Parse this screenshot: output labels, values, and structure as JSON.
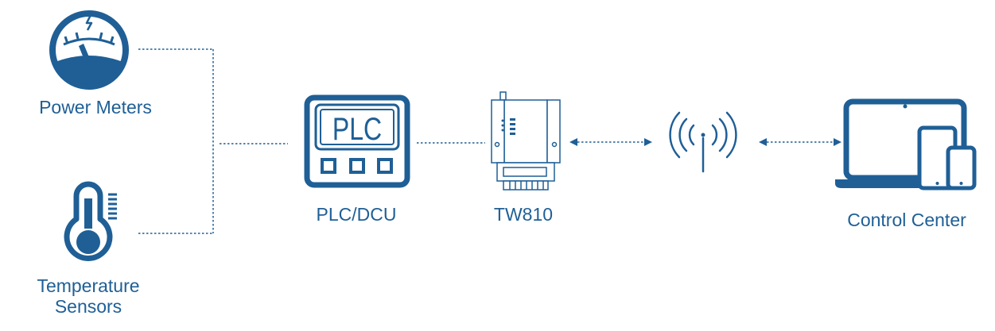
{
  "colors": {
    "primary": "#1f5f96",
    "white": "#ffffff"
  },
  "nodes": {
    "power_meters": {
      "label": "Power Meters",
      "icon": "power-meter-gauge-icon"
    },
    "temperature_sensors": {
      "label_line1": "Temperature",
      "label_line2": "Sensors",
      "icon": "thermometer-icon"
    },
    "plc_dcu": {
      "label": "PLC/DCU",
      "icon": "plc-device-icon",
      "device_text": "PLC"
    },
    "tw810": {
      "label": "TW810",
      "icon": "router-device-icon"
    },
    "wireless": {
      "icon": "wireless-antenna-icon"
    },
    "control_center": {
      "label": "Control Center",
      "icon": "laptop-tablet-phone-icon"
    }
  },
  "connections": [
    {
      "from": "power_meters",
      "to": "junction",
      "style": "dotted"
    },
    {
      "from": "temperature_sensors",
      "to": "junction",
      "style": "dotted"
    },
    {
      "from": "junction",
      "to": "plc_dcu",
      "style": "dotted"
    },
    {
      "from": "plc_dcu",
      "to": "tw810",
      "style": "dotted"
    },
    {
      "from": "tw810",
      "to": "wireless",
      "style": "dotted-bidirectional"
    },
    {
      "from": "wireless",
      "to": "control_center",
      "style": "dotted-bidirectional"
    }
  ]
}
